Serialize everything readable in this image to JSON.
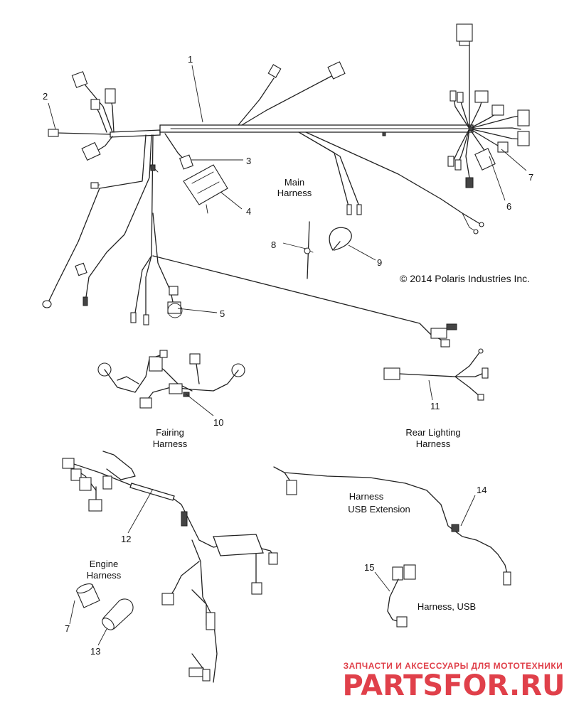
{
  "diagram": {
    "callouts": {
      "c1": "1",
      "c2": "2",
      "c3": "3",
      "c4": "4",
      "c5": "5",
      "c6": "6",
      "c7": "7",
      "c8": "8",
      "c9": "9",
      "c10": "10",
      "c11": "11",
      "c12": "12",
      "c13": "13",
      "c14": "14",
      "c15": "15",
      "c7b": "7"
    },
    "labels": {
      "main_1": "Main",
      "main_2": "Harness",
      "fairing_1": "Fairing",
      "fairing_2": "Harness",
      "rear_1": "Rear Lighting",
      "rear_2": "Harness",
      "usbext_1": "Harness",
      "usbext_2": "USB Extension",
      "engine_1": "Engine",
      "engine_2": "Harness",
      "usb": "Harness, USB"
    },
    "copyright": "© 2014 Polaris Industries Inc.",
    "watermark": {
      "tagline": "ЗАПЧАСТИ И АКСЕССУАРЫ ДЛЯ МОТОТЕХНИКИ",
      "logo": "PARTSFOR.RU"
    },
    "colors": {
      "line": "#222222",
      "watermark": "#e0404a",
      "background": "#ffffff"
    }
  }
}
